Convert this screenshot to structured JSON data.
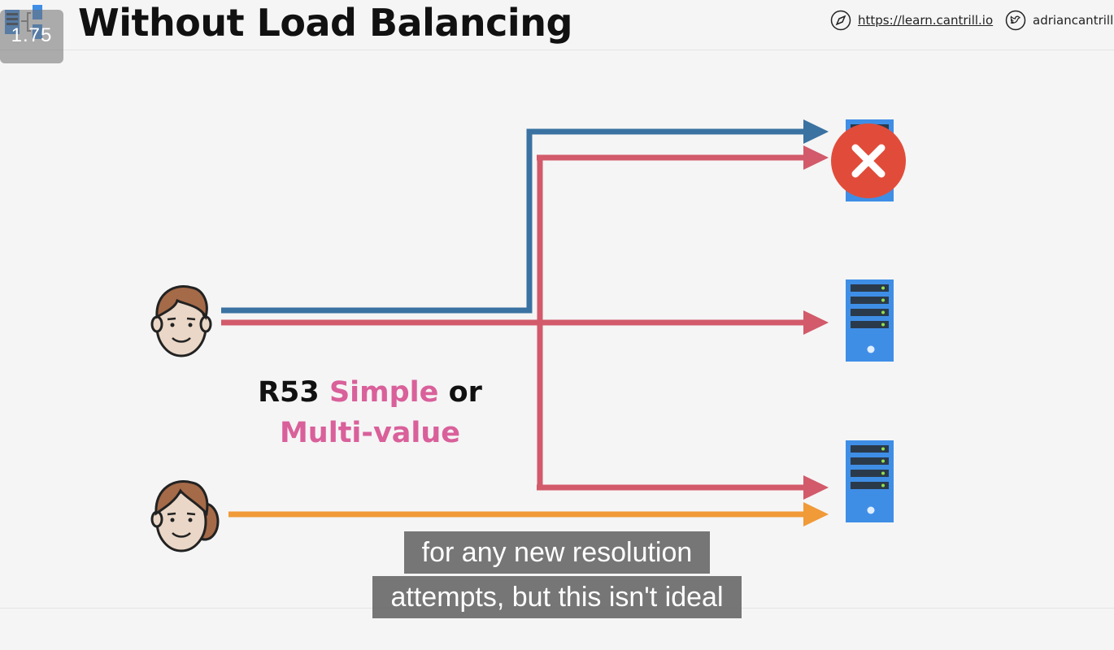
{
  "header": {
    "title": "Without Load Balancing",
    "speed": "1.75",
    "site_link": "https://learn.cantrill.io",
    "twitter_handle": "adriancantrill",
    "icons": {
      "logo": "server-stack-logo",
      "site": "compass-icon",
      "twitter": "twitter-icon"
    }
  },
  "diagram": {
    "routing_label": {
      "prefix": "R53 ",
      "highlight": "Simple",
      "mid": " or",
      "line2": "Multi-value"
    },
    "clients": [
      {
        "name": "user-male",
        "icon": "person-icon"
      },
      {
        "name": "user-female",
        "icon": "person-icon"
      }
    ],
    "servers": [
      {
        "name": "server-top",
        "status": "failed",
        "status_icon": "error-x-icon"
      },
      {
        "name": "server-middle",
        "status": "ok"
      },
      {
        "name": "server-bottom",
        "status": "ok"
      }
    ],
    "colors": {
      "blue_path": "#3a72a2",
      "red_path": "#d25a6a",
      "orange_path": "#f09a38",
      "server": "#3f8ee6",
      "error": "#e14c3a",
      "highlight": "#d9609a"
    }
  },
  "captions": {
    "line1": "for any new resolution",
    "line2": "attempts, but this isn't ideal"
  }
}
